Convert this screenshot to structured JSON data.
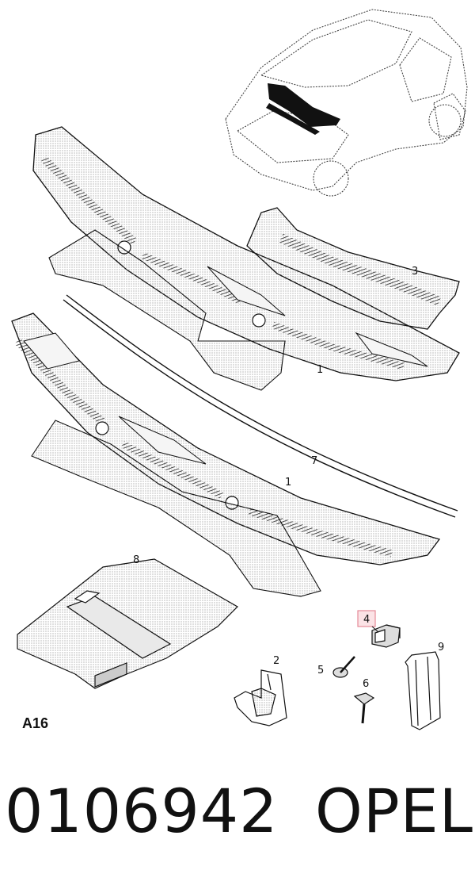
{
  "sheet_code": "A16",
  "footer": {
    "part_number": "0106942",
    "brand": "OPEL"
  },
  "callouts": {
    "c1a": "1",
    "c1b": "1",
    "c2": "2",
    "c3": "3",
    "c4": "4",
    "c5": "5",
    "c6": "6",
    "c7": "7",
    "c8": "8",
    "c9": "9"
  },
  "highlighted_callout": "4",
  "colors": {
    "line": "#111111",
    "hatch": "#333333",
    "highlight_fill": "#fbe3e6",
    "highlight_stroke": "#e58a98"
  }
}
